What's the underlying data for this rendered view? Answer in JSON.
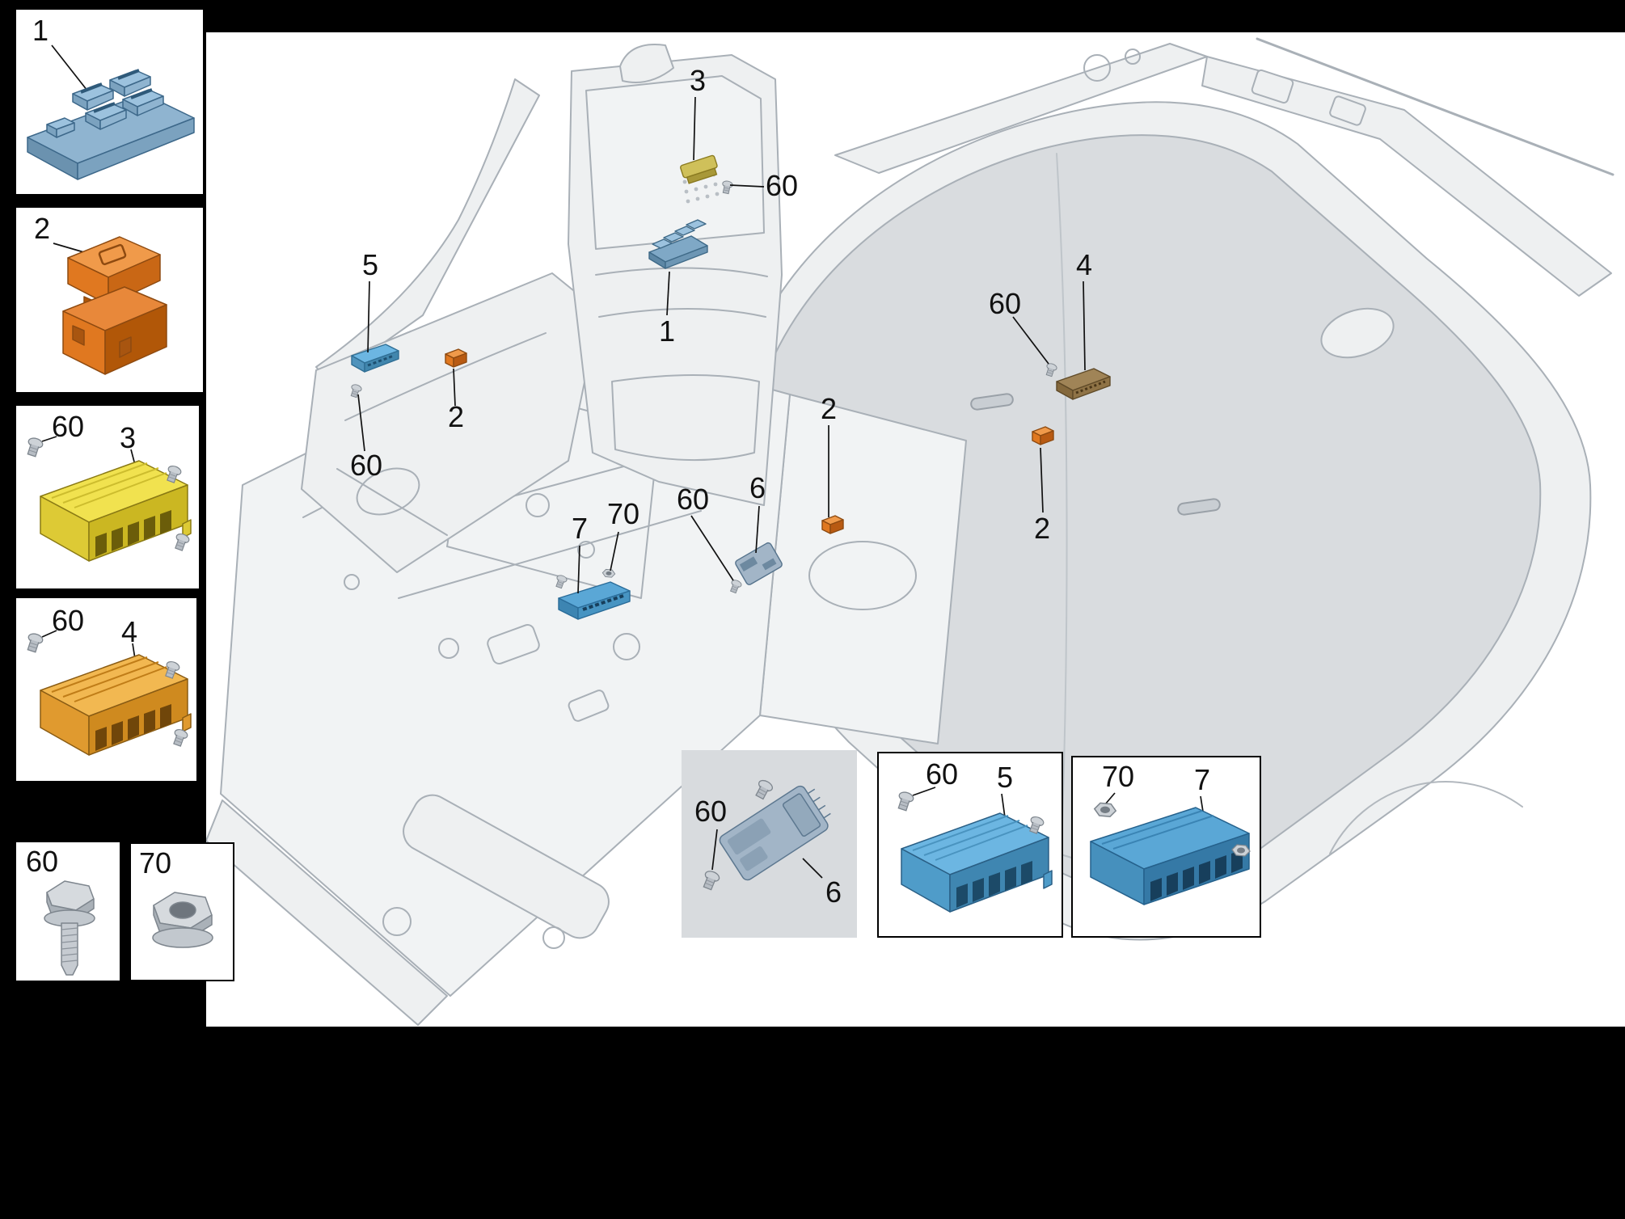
{
  "labels": {
    "1": "1",
    "2": "2",
    "3": "3",
    "4": "4",
    "5": "5",
    "6": "6",
    "7": "7",
    "60": "60",
    "70": "70"
  },
  "colors": {
    "page_bg": "#000000",
    "canvas_bg": "#ffffff",
    "inset_bg": "#ffffff",
    "inset_border": "#000000",
    "inset6_bg": "#d8dbde",
    "callout_text": "#111111",
    "leader_line": "#111111",
    "car_line": "#a9b0b7",
    "car_body_fill": "#eef0f1",
    "car_glass_fill": "#d9dcdf",
    "floor_fill": "#f1f3f4",
    "part1_blue": "#9cc2de",
    "part2_orange": "#e07820",
    "part3_yellow": "#f1e24f",
    "part4_amber": "#f2b851",
    "part5_blue": "#6cb6e2",
    "part6_slate": "#a2b5c7",
    "part7_blue": "#5aa7d6",
    "hardware_gray": "#cdd2d7"
  }
}
